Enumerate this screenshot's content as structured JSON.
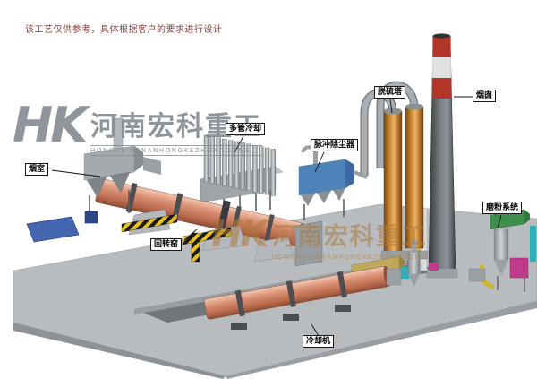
{
  "disclaimer": "该工艺仅供参考，具体根据客户的要求进行设计",
  "logo": {
    "hk": "HK",
    "company_cn": "河南宏科重工",
    "company_en": "HONGKE HENANHONGKEZHONGGONG"
  },
  "labels": {
    "smoke_chamber": "烟室",
    "multi_tube_cooling": "多管冷却",
    "pulse_dust_collector": "脉冲除尘器",
    "desulfurization_tower": "脱硫塔",
    "chimney": "烟囱",
    "grinding_system": "磨粉系统",
    "rotary_kiln": "回转窑",
    "cooling_machine": "冷却机"
  },
  "colors": {
    "kiln_body": "#cd8166",
    "dust_collector_blue": "#4f84ba",
    "tower_orange": "#c8842e",
    "chimney_band_red": "#b23527",
    "platform_gray": "#b8bcbf",
    "hazard_yellow": "#e8c31f",
    "disclaimer_text": "#8a3c3c"
  }
}
